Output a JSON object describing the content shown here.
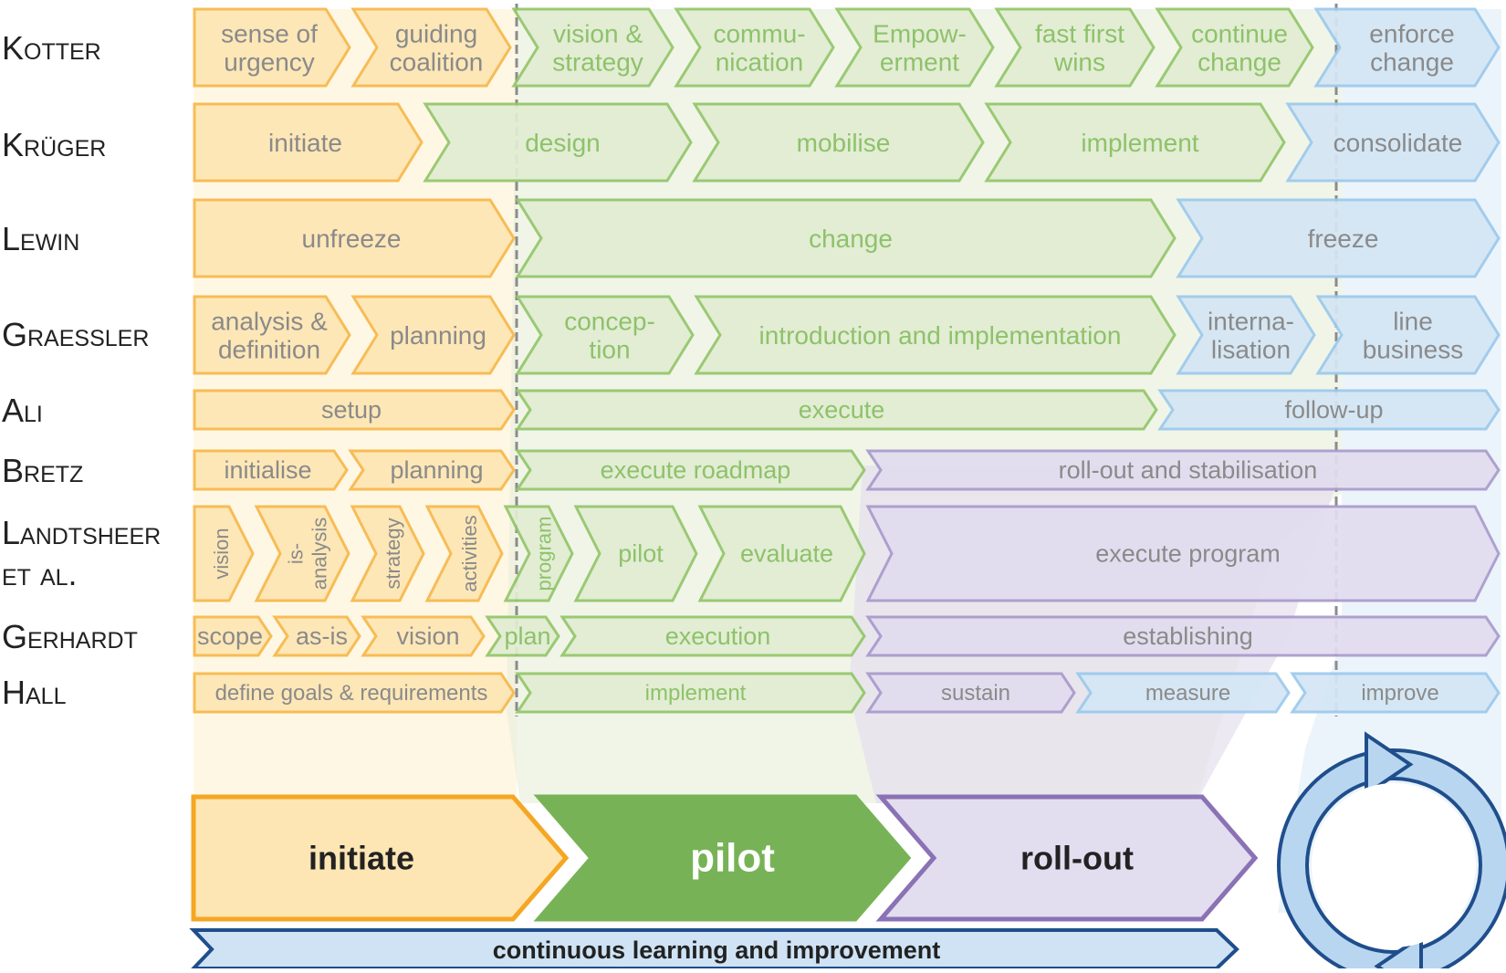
{
  "colors": {
    "orange": {
      "fill": "#fde6b4",
      "stroke": "#f7b84a",
      "text": "#8a8a8a"
    },
    "green": {
      "fill": "#e1edd3",
      "stroke": "#93c66a",
      "text": "#8ec26a"
    },
    "blue": {
      "fill": "#d4e6f5",
      "stroke": "#9cc9ec",
      "text": "#8a8a8a"
    },
    "purple": {
      "fill": "#e2ddef",
      "stroke": "#a99acc",
      "text": "#8a8a8a"
    },
    "dark_orange": "#f5a623",
    "dark_green": "#77b356",
    "dark_purple": "#8a72b5",
    "dark_blue": "#1f4e8c",
    "divider": "#8c8c8c"
  },
  "rows": [
    {
      "label": "Kotter",
      "stages": [
        {
          "text": [
            "sense of",
            "urgency"
          ],
          "color": "orange"
        },
        {
          "text": [
            "guiding",
            "coalition"
          ],
          "color": "orange"
        },
        {
          "text": [
            "vision &",
            "strategy"
          ],
          "color": "green"
        },
        {
          "text": [
            "commu-",
            "nication"
          ],
          "color": "green"
        },
        {
          "text": [
            "Empow-",
            "erment"
          ],
          "color": "green"
        },
        {
          "text": [
            "fast first",
            "wins"
          ],
          "color": "green"
        },
        {
          "text": [
            "continue",
            "change"
          ],
          "color": "green"
        },
        {
          "text": [
            "enforce",
            "change"
          ],
          "color": "blue"
        }
      ]
    },
    {
      "label": "Krüger",
      "stages": [
        {
          "text": [
            "initiate"
          ],
          "color": "orange"
        },
        {
          "text": [
            "design"
          ],
          "color": "green"
        },
        {
          "text": [
            "mobilise"
          ],
          "color": "green"
        },
        {
          "text": [
            "implement"
          ],
          "color": "green"
        },
        {
          "text": [
            "consolidate"
          ],
          "color": "blue"
        }
      ]
    },
    {
      "label": "Lewin",
      "stages": [
        {
          "text": [
            "unfreeze"
          ],
          "color": "orange"
        },
        {
          "text": [
            "change"
          ],
          "color": "green"
        },
        {
          "text": [
            "freeze"
          ],
          "color": "blue"
        }
      ]
    },
    {
      "label": "Graessler",
      "stages": [
        {
          "text": [
            "analysis &",
            "definition"
          ],
          "color": "orange"
        },
        {
          "text": [
            "planning"
          ],
          "color": "orange"
        },
        {
          "text": [
            "concep-",
            "tion"
          ],
          "color": "green"
        },
        {
          "text": [
            "introduction and implementation"
          ],
          "color": "green"
        },
        {
          "text": [
            "interna-",
            "lisation"
          ],
          "color": "blue"
        },
        {
          "text": [
            "line",
            "business"
          ],
          "color": "blue"
        }
      ]
    },
    {
      "label": "Ali",
      "stages": [
        {
          "text": [
            "setup"
          ],
          "color": "orange"
        },
        {
          "text": [
            "execute"
          ],
          "color": "green"
        },
        {
          "text": [
            "follow-up"
          ],
          "color": "blue"
        }
      ]
    },
    {
      "label": "Bretz",
      "stages": [
        {
          "text": [
            "initialise"
          ],
          "color": "orange"
        },
        {
          "text": [
            "planning"
          ],
          "color": "orange"
        },
        {
          "text": [
            "execute roadmap"
          ],
          "color": "green"
        },
        {
          "text": [
            "roll-out and stabilisation"
          ],
          "color": "purple"
        }
      ]
    },
    {
      "label": "Landtsheer",
      "label2": "et al.",
      "stages": [
        {
          "text": [
            "vision"
          ],
          "color": "orange",
          "vertical": true
        },
        {
          "text": [
            "is-",
            "analysis"
          ],
          "color": "orange",
          "vertical": true
        },
        {
          "text": [
            "strategy"
          ],
          "color": "orange",
          "vertical": true
        },
        {
          "text": [
            "activities"
          ],
          "color": "orange",
          "vertical": true
        },
        {
          "text": [
            "program"
          ],
          "color": "green",
          "vertical": true
        },
        {
          "text": [
            "pilot"
          ],
          "color": "green"
        },
        {
          "text": [
            "evaluate"
          ],
          "color": "green"
        },
        {
          "text": [
            "execute program"
          ],
          "color": "purple"
        }
      ]
    },
    {
      "label": "Gerhardt",
      "stages": [
        {
          "text": [
            "scope"
          ],
          "color": "orange"
        },
        {
          "text": [
            "as-is"
          ],
          "color": "orange"
        },
        {
          "text": [
            "vision"
          ],
          "color": "orange"
        },
        {
          "text": [
            "plan"
          ],
          "color": "green"
        },
        {
          "text": [
            "execution"
          ],
          "color": "green"
        },
        {
          "text": [
            "establishing"
          ],
          "color": "purple"
        }
      ]
    },
    {
      "label": "Hall",
      "stages": [
        {
          "text": [
            "define goals & requirements"
          ],
          "color": "orange"
        },
        {
          "text": [
            "implement"
          ],
          "color": "green"
        },
        {
          "text": [
            "sustain"
          ],
          "color": "purple"
        },
        {
          "text": [
            "measure"
          ],
          "color": "blue"
        },
        {
          "text": [
            "improve"
          ],
          "color": "blue"
        }
      ]
    }
  ],
  "phases": [
    {
      "label": "initiate",
      "color": "orange"
    },
    {
      "label": "pilot",
      "color": "green"
    },
    {
      "label": "roll-out",
      "color": "purple"
    }
  ],
  "continuous_label": "continuous learning and improvement",
  "cycle_icon": "circular-arrows-icon"
}
